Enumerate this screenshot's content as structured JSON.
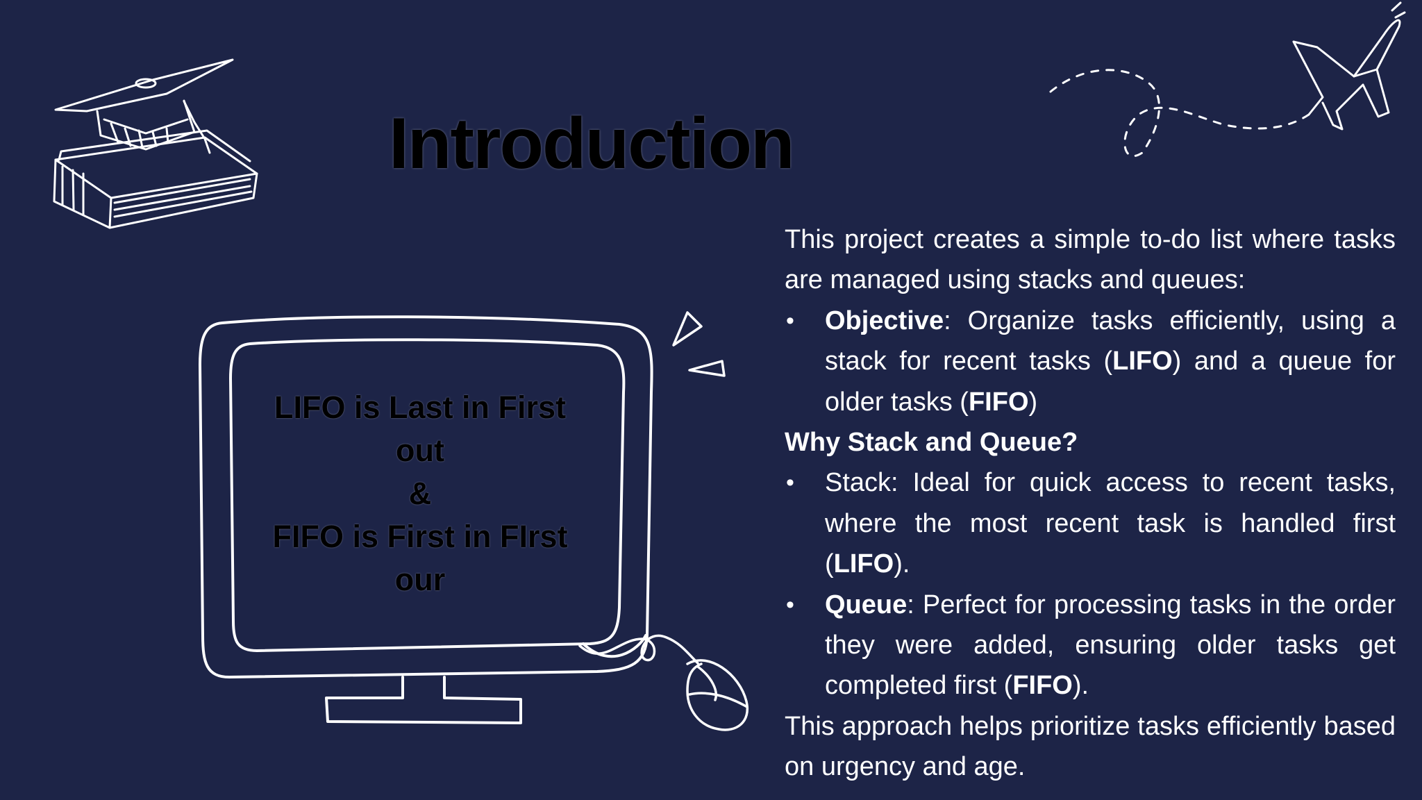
{
  "slide": {
    "title": "Introduction",
    "screen_text": [
      "LIFO is Last in First",
      "out",
      "&",
      "FIFO is First in FIrst",
      "our"
    ],
    "intro": "This project creates a simple to-do list where tasks are managed using stacks and queues:",
    "objective": {
      "term": "Objective",
      "text_1": ": Organize tasks efficiently, using a stack for recent tasks (",
      "lifo": "LIFO",
      "text_2": ") and a queue for older tasks (",
      "fifo": "FIFO",
      "text_3": ")"
    },
    "why_heading": "Why Stack and Queue?",
    "stack_item": {
      "text_1": "Stack: Ideal for quick access to recent tasks, where the most recent task is handled first (",
      "lifo": "LIFO",
      "text_2": ")."
    },
    "queue_item": {
      "term": "Queue",
      "text_1": ": Perfect for processing tasks in the order they were added, ensuring older tasks get completed first (",
      "fifo": "FIFO",
      "text_2": ")."
    },
    "conclusion": "This approach helps prioritize tasks efficiently based on urgency and age."
  },
  "icons": [
    "graduation-cap-books-icon",
    "paper-airplane-icon",
    "computer-monitor-icon",
    "computer-mouse-icon",
    "sparkle-triangles-icon"
  ],
  "colors": {
    "background": "#1d2447",
    "text": "#ffffff",
    "title": "#000000",
    "sketch": "#ffffff"
  }
}
